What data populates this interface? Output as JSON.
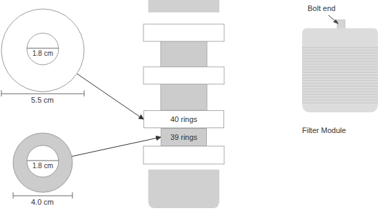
{
  "diagram": {
    "nodes": [
      {
        "text": [
          "1.8 cm"
        ]
      },
      {
        "text": [
          "1.8 cm"
        ]
      },
      {
        "text": [
          "40 rings"
        ]
      },
      {
        "text": [
          "39 rings"
        ]
      }
    ],
    "edges": [
      {
        "from": 0,
        "to": 2,
        "arrow": "to"
      },
      {
        "from": 1,
        "to": 3,
        "arrow": "to"
      }
    ],
    "labels": [
      "5.5 cm",
      "4.0 cm",
      "Bolt end",
      "Filter Module"
    ]
  }
}
